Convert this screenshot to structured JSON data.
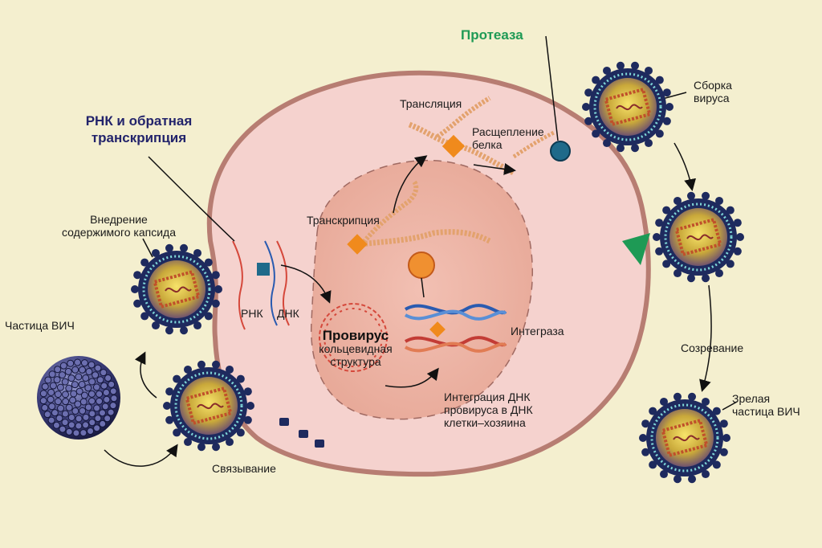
{
  "labels": {
    "rna_reverse_title_1": "РНК и обратная",
    "rna_reverse_title_2": "транскрипция",
    "protease": "Протеаза",
    "translation": "Трансляция",
    "protein_cleavage_1": "Расщепление",
    "protein_cleavage_2": "белка",
    "transcription": "Транскрипция",
    "assembly_1": "Сборка",
    "assembly_2": "вируса",
    "capsid_entry_1": "Внедрение",
    "capsid_entry_2": "содержимого капсида",
    "hiv_particle": "Частица ВИЧ",
    "rna": "РНК",
    "dna": "ДНК",
    "provirus_title": "Провирус",
    "provirus_sub_1": "кольцевидная",
    "provirus_sub_2": "структура",
    "integrase": "Интеграза",
    "integration_1": "Интеграция ДНК",
    "integration_2": "провируса в ДНК",
    "integration_3": "клетки–хозяина",
    "binding": "Связывание",
    "maturation": "Созревание",
    "mature_1": "Зрелая",
    "mature_2": "частица ВИЧ"
  },
  "colors": {
    "background": "#f4efcf",
    "cell": "#f5d2ce",
    "cell_border": "#b77d72",
    "nucleus": "#eeb4a8",
    "virus_shell": "#1e2a5e",
    "virus_core": "#d9b63a",
    "title_navy": "#23246b",
    "title_green": "#1f9a55"
  }
}
